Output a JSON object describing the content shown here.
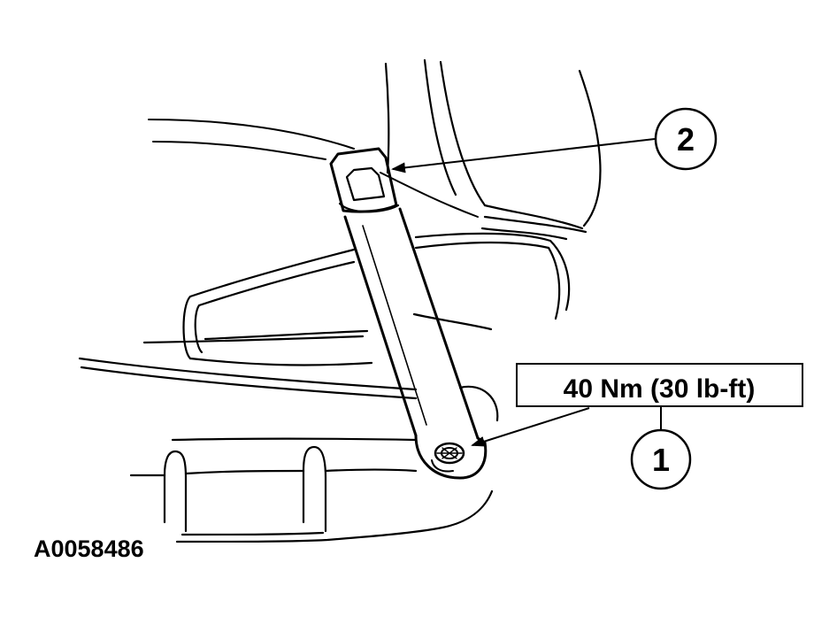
{
  "figure": {
    "id_code": "A0058486"
  },
  "callouts": [
    {
      "number": "1"
    },
    {
      "number": "2"
    }
  ],
  "torque_spec": {
    "text": "40 Nm (30 lb-ft)"
  }
}
